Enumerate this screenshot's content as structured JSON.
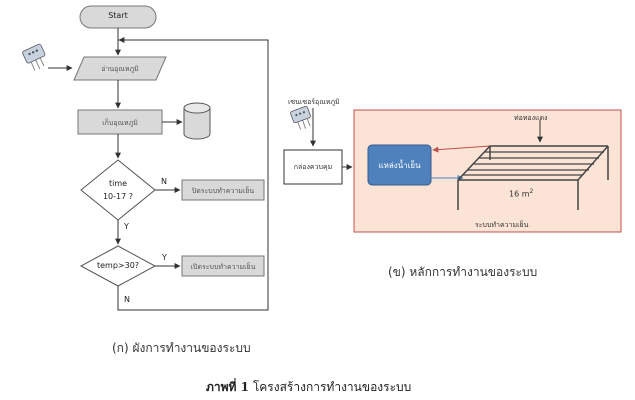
{
  "flowchart": {
    "start": "Start",
    "read_temp": "อ่านอุณหภูมิ",
    "store_temp": "เก็บอุณหภูมิ",
    "decision_time": [
      "time",
      "10-17 ?"
    ],
    "decision_temp": "temp>30?",
    "close_cooling": "ปิดระบบทำความเย็น",
    "open_cooling": "เปิดระบบทำความเย็น",
    "branch_n1": "N",
    "branch_y1": "Y",
    "branch_y2": "Y",
    "branch_n2": "N",
    "caption": "(ก) ผังการทำงานของระบบ"
  },
  "system": {
    "sensor_label": "เซนเซอร์อุณหภูมิ",
    "control_box": "กล่องควบคุม",
    "water_tank": "แหล่งน้ำเย็น",
    "pipe_label": "ท่อทองแดง",
    "area_label": "16 m",
    "area_sup": "2",
    "cooling_system": "ระบบทำความเย็น",
    "caption": "(ข) หลักการทำงานของระบบ"
  },
  "figure": {
    "number": "ภาพที่ 1",
    "title": "โครงสร้างการทำงานของระบบ"
  },
  "colors": {
    "tank_fill": "#4f81bd",
    "panel_fill": "#fbe4d6",
    "panel_border": "#c0504d",
    "return_arrow": "#c0504d",
    "supply_arrow": "#4f81bd",
    "process_fill": "#d9d9d9",
    "terminal_fill": "#d9d9d9"
  },
  "icons": [
    "temperature-sensor-icon",
    "database-cylinder-icon"
  ]
}
